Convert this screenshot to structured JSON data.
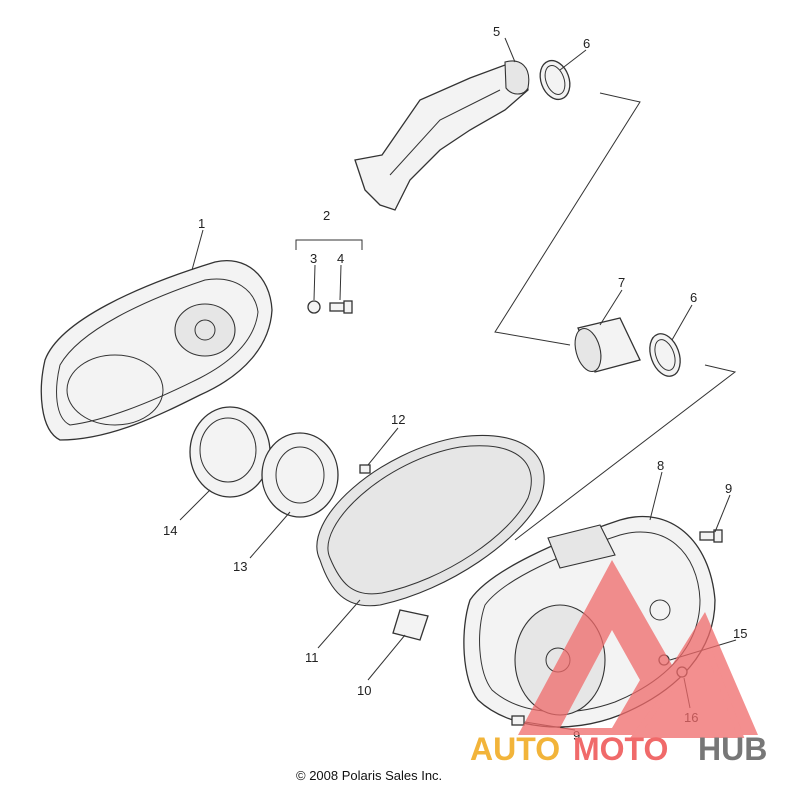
{
  "diagram": {
    "callouts": [
      "1",
      "2",
      "3",
      "4",
      "5",
      "6",
      "6",
      "7",
      "8",
      "9",
      "9",
      "10",
      "11",
      "12",
      "13",
      "14",
      "15",
      "16"
    ],
    "copyright": "© 2008 Polaris Sales Inc.",
    "watermark": {
      "part1": "AUTO",
      "part2": "MOTO",
      "part3": "HUB"
    },
    "colors": {
      "line": "#333333",
      "watermark_red": "#f06a6a",
      "watermark_yellow": "#f2b43a",
      "watermark_gray": "#777777"
    }
  }
}
